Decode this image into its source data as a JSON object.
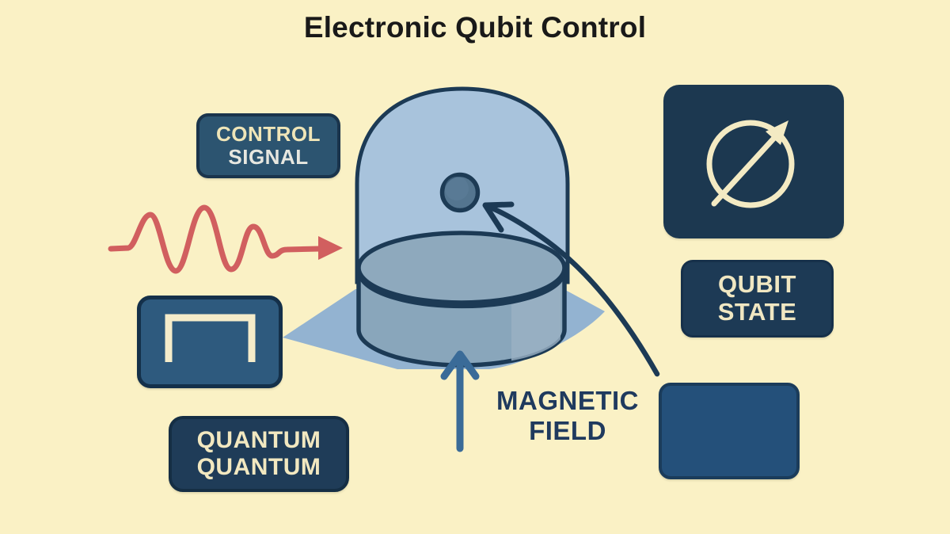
{
  "title": "Electronic Qubit Control",
  "boxes": {
    "control_signal": {
      "line1": "CONTROL",
      "line2": "SIGNAL"
    },
    "quantum": {
      "line1": "QUANTUM",
      "line2": "QUANTUM"
    },
    "qubit_state": {
      "line1": "QUBIT",
      "line2": "STATE"
    }
  },
  "annotations": {
    "magnetic_field": {
      "line1": "MAGNETIC",
      "line2": "FIELD"
    }
  },
  "icons": {
    "spin_state_box": "circle-arrow-icon",
    "pulse_box": "square-pulse-icon",
    "control_signal": "sine-wave-arrow-icon",
    "magnetic_field": "up-arrow-icon",
    "qubit_pointer": "curved-arrow-icon"
  },
  "colors": {
    "background": "#FAF1C5",
    "box_navy": "#1D3A55",
    "box_teal": "#2C5470",
    "box_blue": "#2E5A7E",
    "box_medium_blue": "#24507A",
    "outline_navy": "#1C3A55",
    "dome_blue": "#A8C3DC",
    "cylinder_blue": "#8EA9BD",
    "shadow_blue": "#93B3D1",
    "wave_red": "#D15F5F",
    "arrow_blue": "#3A6B98",
    "cream_text": "#F2E8C0",
    "white_text": "#E7E7E0",
    "title_text": "#191919",
    "magnetic_text": "#1F3A5E"
  }
}
